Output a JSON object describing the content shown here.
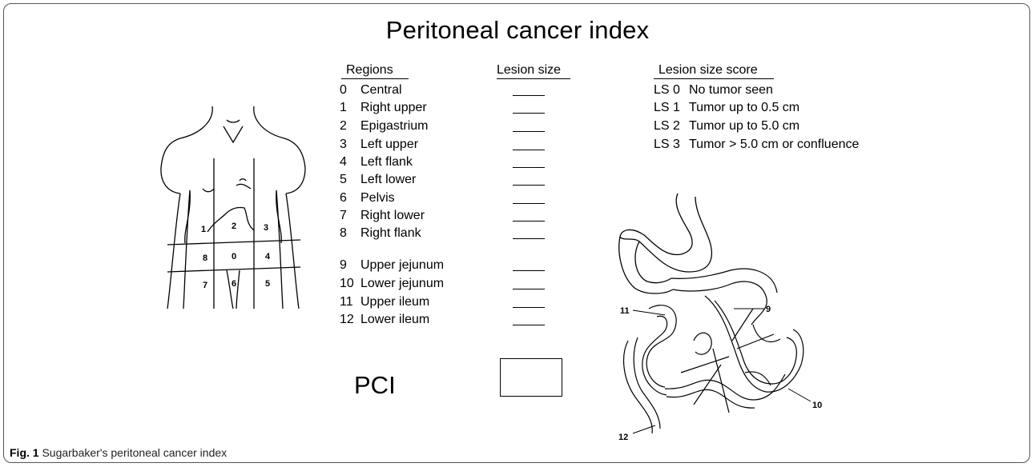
{
  "title": "Peritoneal cancer index",
  "headers": {
    "regions": "Regions",
    "lesion_size": "Lesion size",
    "lesion_size_score": "Lesion size score"
  },
  "regions": [
    {
      "num": "0",
      "name": "Central"
    },
    {
      "num": "1",
      "name": "Right upper"
    },
    {
      "num": "2",
      "name": "Epigastrium"
    },
    {
      "num": "3",
      "name": "Left upper"
    },
    {
      "num": "4",
      "name": "Left flank"
    },
    {
      "num": "5",
      "name": "Left lower"
    },
    {
      "num": "6",
      "name": "Pelvis"
    },
    {
      "num": "7",
      "name": "Right lower"
    },
    {
      "num": "8",
      "name": "Right flank"
    },
    {
      "num": "9",
      "name": "Upper jejunum"
    },
    {
      "num": "10",
      "name": "Lower jejunum"
    },
    {
      "num": "11",
      "name": "Upper ileum"
    },
    {
      "num": "12",
      "name": "Lower ileum"
    }
  ],
  "scores": [
    {
      "code": "LS 0",
      "desc": "No tumor seen"
    },
    {
      "code": "LS 1",
      "desc": "Tumor up to 0.5 cm"
    },
    {
      "code": "LS 2",
      "desc": "Tumor up to 5.0 cm"
    },
    {
      "code": "LS 3",
      "desc": "Tumor > 5.0 cm or confluence"
    }
  ],
  "torso_labels": {
    "r1": "1",
    "r2": "2",
    "r3": "3",
    "r8": "8",
    "r0": "0",
    "r4": "4",
    "r7": "7",
    "r6": "6",
    "r5": "5"
  },
  "bowel_labels": {
    "b9": "9",
    "b10": "10",
    "b11": "11",
    "b12": "12"
  },
  "pci_label": "PCI",
  "caption": {
    "fig": "Fig. 1",
    "text": " Sugarbaker's peritoneal cancer index"
  }
}
